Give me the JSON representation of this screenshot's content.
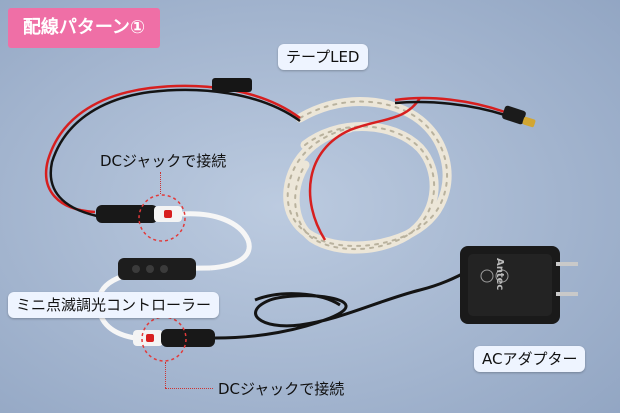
{
  "title": "配線パターン①",
  "labels": {
    "tape_led": "テープLED",
    "dc_jack_top": "DCジャックで接続",
    "controller": "ミニ点滅調光コントローラー",
    "dc_jack_bottom": "DCジャックで接続",
    "ac_adapter": "ACアダプター"
  },
  "adapter_brand": "Antec",
  "colors": {
    "background": "#a8b9d2",
    "badge": "#ef6fa6",
    "callout": "#eef4ff",
    "red_wire": "#d71f1f",
    "black_wire": "#141414",
    "led_strip": "#ece6d8",
    "highlight_circle": "#e23a3a"
  }
}
